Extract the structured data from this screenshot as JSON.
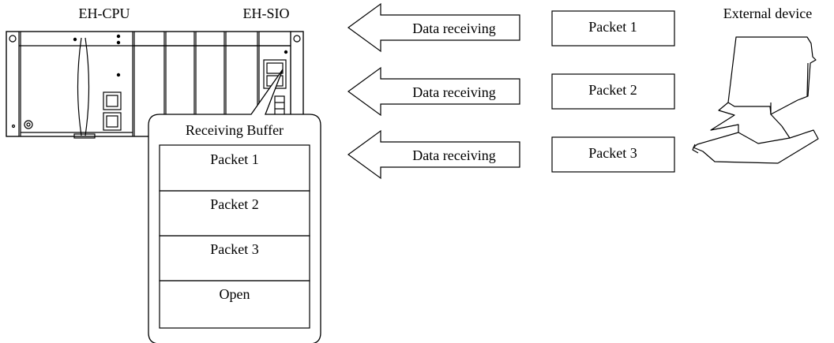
{
  "plc": {
    "cpu_label": "EH-CPU",
    "sio_label": "EH-SIO"
  },
  "external_device": {
    "label": "External device"
  },
  "transfers": [
    {
      "arrow_label": "Data receiving",
      "packet_label": "Packet 1"
    },
    {
      "arrow_label": "Data receiving",
      "packet_label": "Packet 2"
    },
    {
      "arrow_label": "Data receiving",
      "packet_label": "Packet 3"
    }
  ],
  "buffer": {
    "title": "Receiving Buffer",
    "slots": [
      "Packet 1",
      "Packet 2",
      "Packet 3",
      "Open"
    ]
  }
}
